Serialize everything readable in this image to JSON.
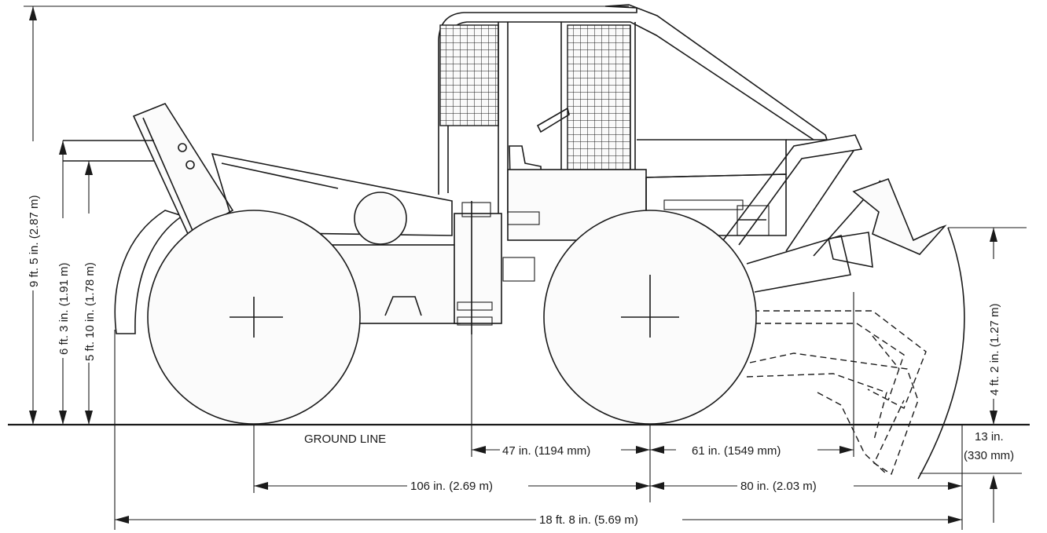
{
  "diagram": {
    "labels": {
      "overall_height": "9 ft. 5 in. (2.87 m)",
      "arch_height": "6 ft. 3 in. (1.91 m)",
      "arch_height_low": "5 ft. 10 in. (1.78 m)",
      "blade_height": "4 ft. 2 in. (1.27 m)",
      "ground_line": "GROUND LINE",
      "blade_drop_value": "13 in.",
      "blade_drop_metric": "(330 mm)",
      "rear_to_pivot": "47 in. (1194 mm)",
      "pivot_to_blade": "61 in. (1549 mm)",
      "wheelbase": "106 in. (2.69 m)",
      "front_axle_to_blade": "80 in. (2.03 m)",
      "overall_length": "18 ft. 8 in. (5.69 m)"
    }
  }
}
